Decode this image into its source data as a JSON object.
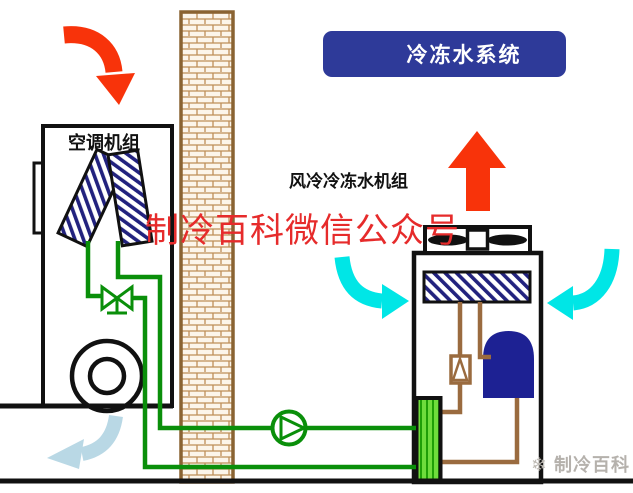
{
  "diagram": {
    "title_badge": "冷冻水系统",
    "ahu_label": "空调机组",
    "chiller_label": "风冷冷冻水机组",
    "watermark_text": "制冷百科微信公众号",
    "logo": {
      "icon": "❄",
      "text": "制冷百科"
    },
    "colors": {
      "title_bg": "#2E3A99",
      "title_text": "#FFFFFF",
      "arrow_red": "#F8330A",
      "arrow_cyan": "#00E6E6",
      "arrow_pale_blue": "#B9D8E5",
      "pipe_green": "#0A8F0A",
      "pipe_brown": "#9A6B3F",
      "coil_hatch_navy": "#22227E",
      "compressor_navy": "#1D2193",
      "evaporator_green": "#6FDC3C",
      "brick_line": "#BE8F58",
      "wall_border": "#8A6332",
      "watermark_red": "#E62B2B",
      "logo_gray": "#B5B1AC"
    }
  }
}
